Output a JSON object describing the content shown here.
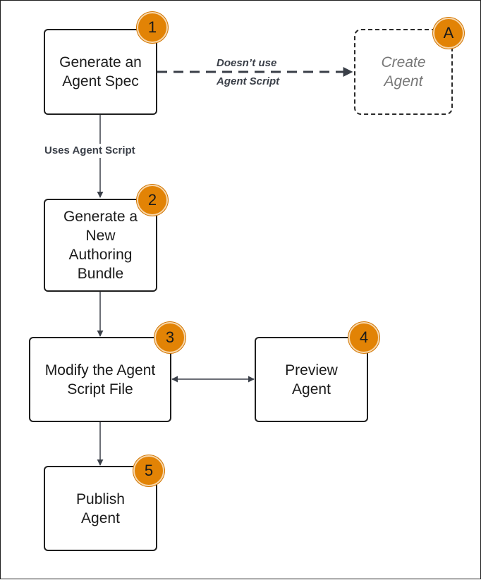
{
  "nodes": {
    "generate_spec": "Generate an Agent Spec",
    "create_agent": "Create Agent",
    "generate_bundle": "Generate a New Authoring Bundle",
    "modify_script": "Modify the Agent Script File",
    "preview_agent": "Preview Agent",
    "publish_agent": "Publish Agent"
  },
  "badges": {
    "generate_spec": "1",
    "create_agent": "A",
    "generate_bundle": "2",
    "modify_script": "3",
    "preview_agent": "4",
    "publish_agent": "5"
  },
  "edges": {
    "doesnt_use_line1": "Doesn’t use",
    "doesnt_use_line2": "Agent Script",
    "uses_agent_script": "Uses Agent Script"
  },
  "colors": {
    "badge_fill": "#e28305",
    "arrow": "#3a3f48",
    "border": "#1f1f1f"
  }
}
